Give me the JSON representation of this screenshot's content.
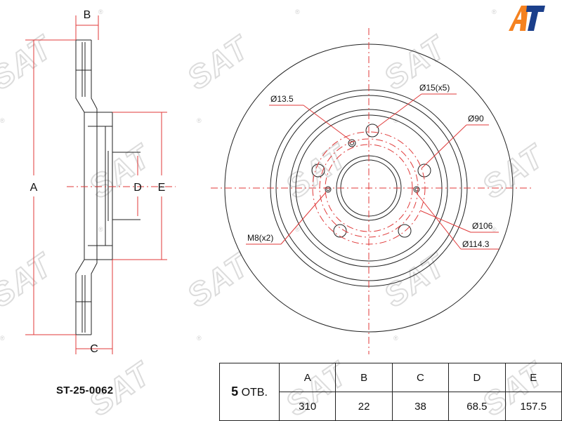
{
  "part_number": "ST-25-0062",
  "brand_watermark": "SAT",
  "brand_registered": "®",
  "logo_text": "AT",
  "colors": {
    "logo_orange": "#F58220",
    "logo_blue": "#1B3F8B",
    "centerline_red": "#e03a3a",
    "line": "#222222",
    "watermark": "#dcdcdc"
  },
  "side_view_labels": {
    "a": "A",
    "b": "B",
    "c": "C",
    "d": "D",
    "e": "E"
  },
  "front_view_labels": {
    "hole_dia": "Ø13.5",
    "stud_holes": "Ø15(x5)",
    "inner_dia": "Ø90",
    "mount_thread": "M8(x2)",
    "dia_106": "Ø106",
    "pcd": "Ø114.3"
  },
  "spec_table": {
    "holes_count": "5",
    "holes_suffix": "ОТВ.",
    "headers": [
      "A",
      "B",
      "C",
      "D",
      "E"
    ],
    "values": [
      "310",
      "22",
      "38",
      "68.5",
      "157.5"
    ]
  }
}
